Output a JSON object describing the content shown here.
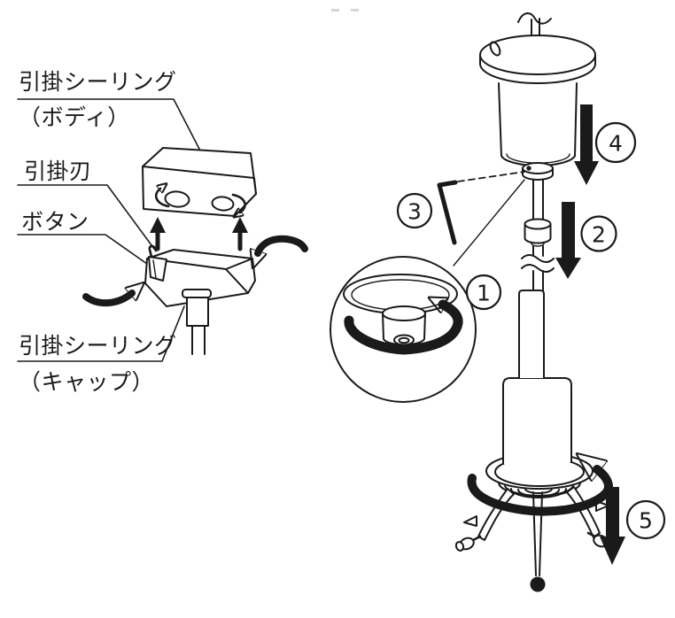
{
  "left_diagram": {
    "labels": {
      "body_l1": "引掛シーリング",
      "body_l2": "（ボディ）",
      "blade": "引掛刃",
      "button": "ボタン",
      "cap_l1": "引掛シーリング",
      "cap_l2": "（キャップ）"
    }
  },
  "right_diagram": {
    "steps": {
      "step1": "1",
      "step2": "2",
      "step3": "3",
      "step4": "4",
      "step5": "5"
    }
  },
  "icons": {
    "up-arrow-icon": "↑",
    "down-arrow-icon": "↓",
    "rotate-cw-icon": "↻",
    "rotate-ccw-icon": "↺",
    "hex-key-icon": "L-wrench",
    "detail-magnifier-icon": "◯"
  },
  "colors": {
    "line": "#1a1a1a",
    "bg": "#ffffff",
    "muted_mark": "#c4c4c4"
  }
}
